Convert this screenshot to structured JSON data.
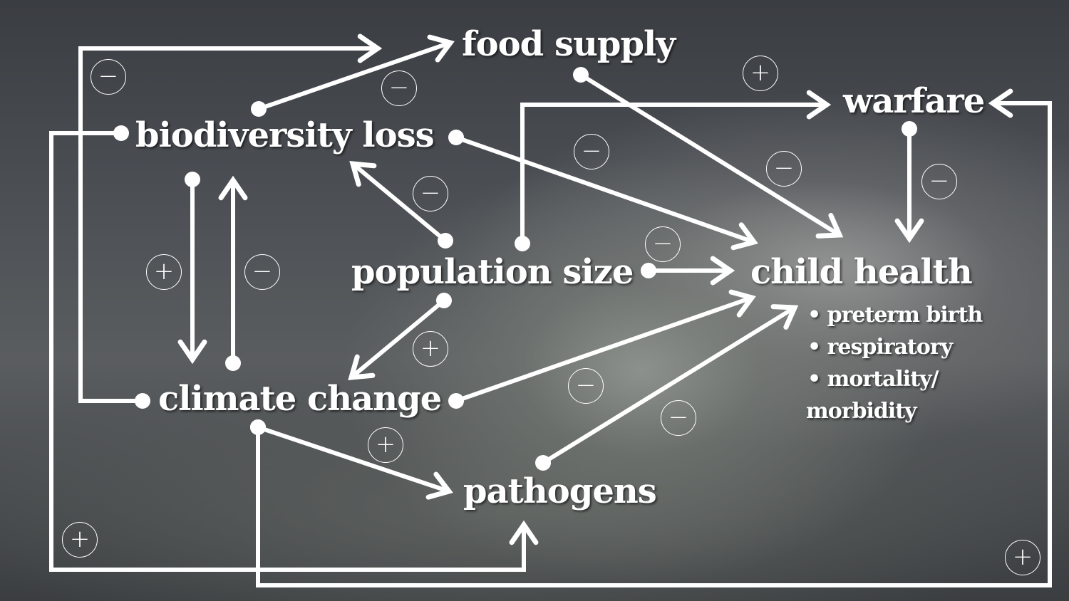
{
  "nodes": {
    "food_supply": "food supply",
    "warfare": "warfare",
    "biodiversity_loss": "biodiversity loss",
    "population_size": "population size",
    "child_health": "child health",
    "climate_change": "climate change",
    "pathogens": "pathogens"
  },
  "child_health_outcomes": [
    "• preterm birth",
    "• respiratory",
    "• mortality/",
    "morbidity"
  ],
  "edges": [
    {
      "from": "climate change",
      "to": "food supply",
      "sign": "−"
    },
    {
      "from": "biodiversity loss",
      "to": "food supply",
      "sign": "−"
    },
    {
      "from": "biodiversity loss",
      "to": "pathogens",
      "sign": "+"
    },
    {
      "from": "biodiversity loss",
      "to": "child health",
      "sign": "−"
    },
    {
      "from": "food supply",
      "to": "child health",
      "sign": "−"
    },
    {
      "from": "population size",
      "to": "warfare",
      "sign": "+"
    },
    {
      "from": "warfare",
      "to": "child health",
      "sign": "−"
    },
    {
      "from": "climate change",
      "to": "warfare",
      "sign": "+"
    },
    {
      "from": "biodiversity loss",
      "to": "climate change",
      "sign": "+"
    },
    {
      "from": "climate change",
      "to": "biodiversity loss",
      "sign": "−"
    },
    {
      "from": "population size",
      "to": "biodiversity loss",
      "sign": "−"
    },
    {
      "from": "population size",
      "to": "child health",
      "sign": "−"
    },
    {
      "from": "population size",
      "to": "climate change",
      "sign": "+"
    },
    {
      "from": "climate change",
      "to": "child health",
      "sign": "−"
    },
    {
      "from": "pathogens",
      "to": "child health",
      "sign": "−"
    },
    {
      "from": "climate change",
      "to": "pathogens",
      "sign": "+"
    }
  ]
}
